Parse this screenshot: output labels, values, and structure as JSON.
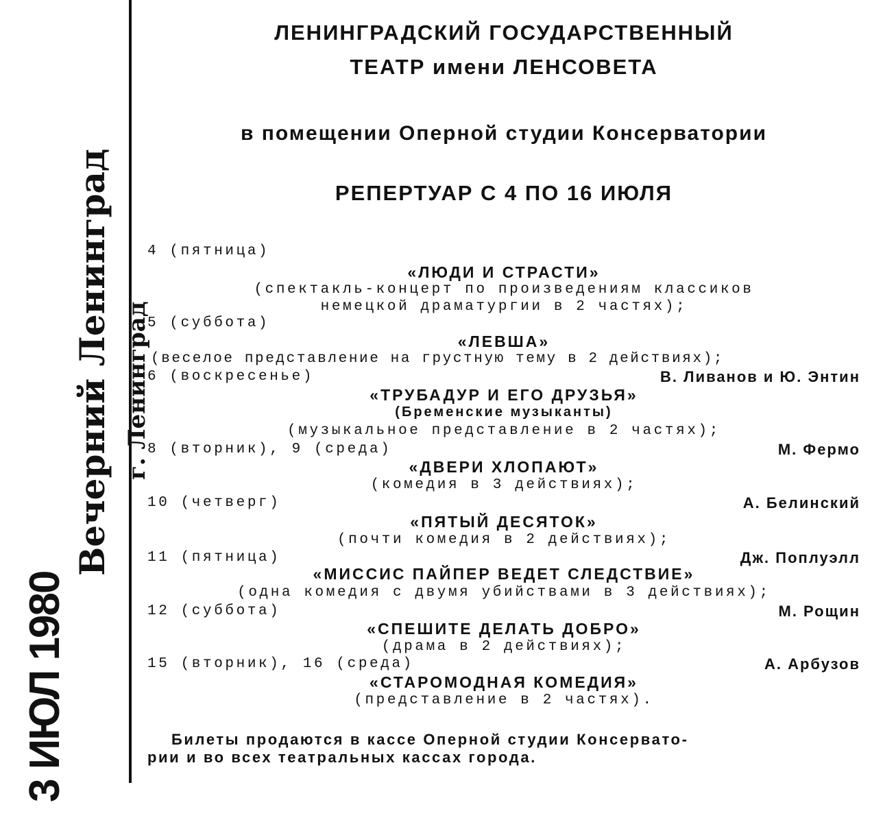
{
  "stamp": {
    "date": "3 ИЮЛ 1980",
    "newspaper": "Вечерний Ленинград",
    "city": "г. Ленинград"
  },
  "header": {
    "line1": "ЛЕНИНГРАДСКИЙ ГОСУДАРСТВЕННЫЙ",
    "line2": "ТЕАТР имени ЛЕНСОВЕТА",
    "venue": "в помещении Оперной студии Консерватории",
    "repertoire": "РЕПЕРТУАР С 4 ПО 16 ИЮЛЯ"
  },
  "shows": [
    {
      "date": "4 (пятница)",
      "author": "",
      "title": "«ЛЮДИ И СТРАСТИ»",
      "desc": [
        "(спектакль-концерт по произведениям классиков",
        "немецкой драматургии в 2 частях);"
      ]
    },
    {
      "date": "5 (суббота)",
      "author": "",
      "title": "«ЛЕВША»",
      "desc": [
        "(веселое представление на грустную тему в 2 действиях);"
      ]
    },
    {
      "date": "6 (воскресенье)",
      "author": "В. Ливанов и Ю. Энтин",
      "title": "«ТРУБАДУР И ЕГО ДРУЗЬЯ»",
      "subtitle": "(Бременские музыканты)",
      "desc": [
        "(музыкальное представление в 2 частях);"
      ]
    },
    {
      "date": "8 (вторник), 9 (среда)",
      "author": "М. Фермо",
      "title": "«ДВЕРИ ХЛОПАЮТ»",
      "desc": [
        "(комедия в 3 действиях);"
      ]
    },
    {
      "date": "10 (четверг)",
      "author": "А. Белинский",
      "title": "«ПЯТЫЙ ДЕСЯТОК»",
      "desc": [
        "(почти комедия в 2 действиях);"
      ]
    },
    {
      "date": "11 (пятница)",
      "author": "Дж. Поплуэлл",
      "title": "«МИССИС ПАЙПЕР ВЕДЕТ СЛЕДСТВИЕ»",
      "desc": [
        "(одна комедия с двумя убийствами в 3 действиях);"
      ]
    },
    {
      "date": "12 (суббота)",
      "author": "М. Рощин",
      "title": "«СПЕШИТЕ ДЕЛАТЬ ДОБРО»",
      "desc": [
        "(драма в 2 действиях);"
      ]
    },
    {
      "date": "15 (вторник), 16 (среда)",
      "author": "А. Арбузов",
      "title": "«СТАРОМОДНАЯ КОМЕДИЯ»",
      "desc": [
        "(представление в 2 частях)."
      ]
    }
  ],
  "note": [
    "Билеты продаются в кассе Оперной студии Консервато-",
    "рии и во всех театральных кассах города."
  ]
}
